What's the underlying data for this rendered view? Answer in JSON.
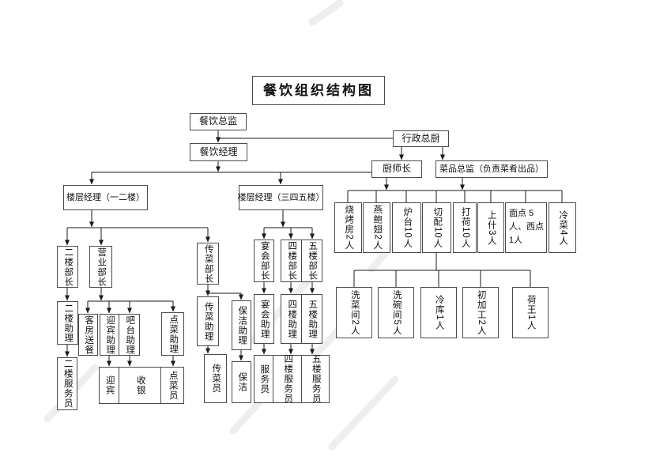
{
  "title": "餐饮组织结构图",
  "colors": {
    "background": "#ffffff",
    "box_border": "#4a4a4a",
    "connector": "#1a1a1a",
    "text": "#111111",
    "watermark": "#ececec"
  },
  "nodes": {
    "fb_director": "餐饮总监",
    "fb_manager": "餐饮经理",
    "exec_chef": "行政总厨",
    "head_chef": "厨师长",
    "dish_director": "菜品总监（负责菜肴出品）",
    "floor_mgr_12": "楼层经理（一二楼）",
    "floor_mgr_345": "楼层经理（三四五楼）",
    "chief_2f": "二楼部长",
    "chief_biz": "营业部长",
    "chief_food_delivery": "传菜部长",
    "chief_banquet": "宴会部长",
    "chief_4f": "四楼部长",
    "chief_5f": "五楼部长",
    "asst_2f": "二楼助理",
    "room_service": "客房送餐",
    "asst_greeter": "迎宾助理",
    "asst_bar": "吧台助理",
    "asst_order": "点菜助理",
    "asst_food_delivery": "传菜助理",
    "asst_cleaning": "保洁助理",
    "asst_banquet": "宴会助理",
    "asst_4f": "四楼助理",
    "asst_5f": "五楼助理",
    "staff_2f": "二楼服务员",
    "greeter": "迎宾",
    "cashier": "收银",
    "order_taker": "点菜员",
    "food_runner": "传菜员",
    "cleaner": "保洁",
    "waiter": "服务员",
    "waiter_4f": "四楼服务员",
    "waiter_5f": "五楼服务员",
    "bbq": "烧烤房2人",
    "abalone": "燕鲍翅2人",
    "stove": "炉台10人",
    "chopping": "切配10人",
    "dahe": "打荷10人",
    "shangshi": "上什3人",
    "pastry": "面点 5人、西点 1人",
    "cold_dish": "冷菜4人",
    "veg_wash": "洗菜间2人",
    "dish_wash": "洗碗间5人",
    "cold_storage": "冷库1人",
    "prep": "初加工2人",
    "hewang": "荷王1人"
  },
  "edges": [
    [
      "fb_director",
      "fb_manager"
    ],
    [
      "fb_director",
      "exec_chef"
    ],
    [
      "fb_manager",
      "floor_mgr_12"
    ],
    [
      "fb_manager",
      "floor_mgr_345"
    ],
    [
      "fb_manager",
      "head_chef"
    ],
    [
      "exec_chef",
      "head_chef"
    ],
    [
      "exec_chef",
      "dish_director"
    ],
    [
      "head_chef",
      "bbq"
    ],
    [
      "head_chef",
      "abalone"
    ],
    [
      "head_chef",
      "stove"
    ],
    [
      "head_chef",
      "chopping"
    ],
    [
      "head_chef",
      "dahe"
    ],
    [
      "head_chef",
      "shangshi"
    ],
    [
      "head_chef",
      "pastry"
    ],
    [
      "head_chef",
      "cold_dish"
    ],
    [
      "dish_director",
      "bbq"
    ],
    [
      "dish_director",
      "abalone"
    ],
    [
      "dish_director",
      "stove"
    ],
    [
      "dish_director",
      "chopping"
    ],
    [
      "dish_director",
      "dahe"
    ],
    [
      "dish_director",
      "shangshi"
    ],
    [
      "dish_director",
      "pastry"
    ],
    [
      "dish_director",
      "cold_dish"
    ],
    [
      "chopping",
      "veg_wash"
    ],
    [
      "chopping",
      "dish_wash"
    ],
    [
      "chopping",
      "cold_storage"
    ],
    [
      "chopping",
      "prep"
    ],
    [
      "chopping",
      "hewang"
    ],
    [
      "floor_mgr_12",
      "chief_2f"
    ],
    [
      "floor_mgr_12",
      "chief_biz"
    ],
    [
      "floor_mgr_12",
      "chief_food_delivery"
    ],
    [
      "floor_mgr_345",
      "chief_banquet"
    ],
    [
      "floor_mgr_345",
      "chief_4f"
    ],
    [
      "floor_mgr_345",
      "chief_5f"
    ],
    [
      "chief_2f",
      "asst_2f"
    ],
    [
      "asst_2f",
      "staff_2f"
    ],
    [
      "chief_biz",
      "room_service"
    ],
    [
      "chief_biz",
      "asst_greeter"
    ],
    [
      "chief_biz",
      "asst_bar"
    ],
    [
      "chief_biz",
      "asst_order"
    ],
    [
      "asst_greeter",
      "greeter"
    ],
    [
      "asst_bar",
      "cashier"
    ],
    [
      "asst_order",
      "order_taker"
    ],
    [
      "chief_food_delivery",
      "asst_food_delivery"
    ],
    [
      "chief_food_delivery",
      "asst_cleaning"
    ],
    [
      "asst_food_delivery",
      "food_runner"
    ],
    [
      "asst_cleaning",
      "cleaner"
    ],
    [
      "chief_banquet",
      "asst_banquet"
    ],
    [
      "asst_banquet",
      "waiter"
    ],
    [
      "chief_4f",
      "asst_4f"
    ],
    [
      "asst_4f",
      "waiter_4f"
    ],
    [
      "chief_5f",
      "asst_5f"
    ],
    [
      "asst_5f",
      "waiter_5f"
    ]
  ]
}
